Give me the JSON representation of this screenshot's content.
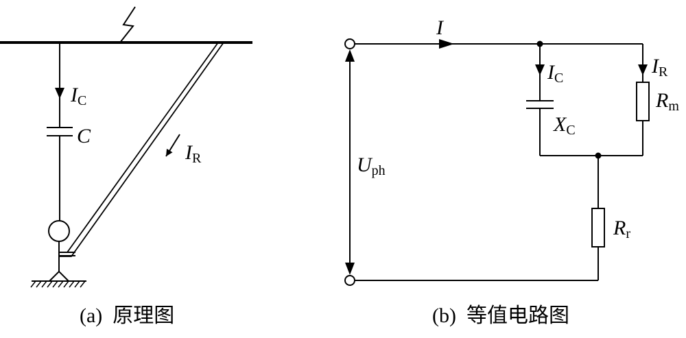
{
  "diagram_a": {
    "current_c": {
      "main": "I",
      "sub": "C"
    },
    "capacitor": "C",
    "current_r": {
      "main": "I",
      "sub": "R"
    },
    "caption": "(a)  原理图"
  },
  "diagram_b": {
    "current_total": "I",
    "current_c": {
      "main": "I",
      "sub": "C"
    },
    "current_r": {
      "main": "I",
      "sub": "R"
    },
    "reactance": {
      "main": "X",
      "sub": "C"
    },
    "resistance_m": {
      "main": "R",
      "sub": "m"
    },
    "resistance_r": {
      "main": "R",
      "sub": "r"
    },
    "voltage": {
      "main": "U",
      "sub": "ph"
    },
    "caption": "(b)  等值电路图"
  }
}
